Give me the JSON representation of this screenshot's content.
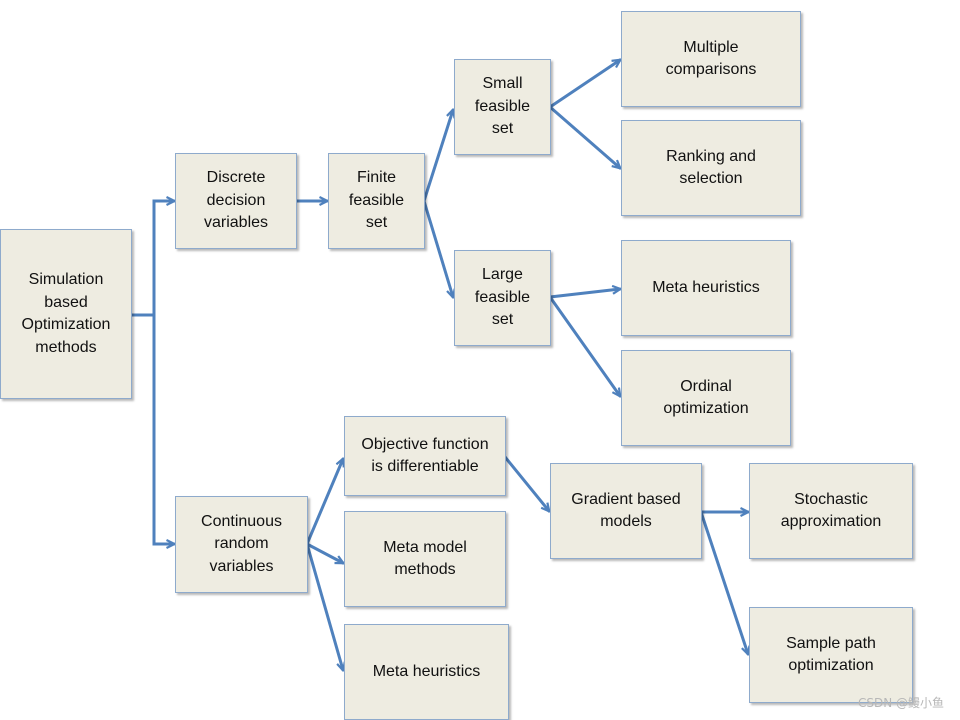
{
  "nodes": {
    "root": "Simulation\nbased\nOptimization\nmethods",
    "discrete": "Discrete\ndecision\nvariables",
    "continuous": "Continuous\nrandom\nvariables",
    "finite": "Finite\nfeasible\nset",
    "small": "Small\nfeasible\nset",
    "large": "Large\nfeasible\nset",
    "multiple": "Multiple\ncomparisons",
    "ranking": "Ranking and\nselection",
    "metaheur1": "Meta heuristics",
    "ordinal": "Ordinal\noptimization",
    "objective": "Objective function\nis differentiable",
    "metamodel": "Meta model\nmethods",
    "metaheur2": "Meta heuristics",
    "gradient": "Gradient based\nmodels",
    "stochastic": "Stochastic\napproximation",
    "samplepath": "Sample path\noptimization"
  },
  "watermark": "CSDN @鳗小鱼",
  "colors": {
    "box_fill": "#eeece1",
    "box_border": "#8eaacc",
    "connector": "#4f81bd"
  }
}
